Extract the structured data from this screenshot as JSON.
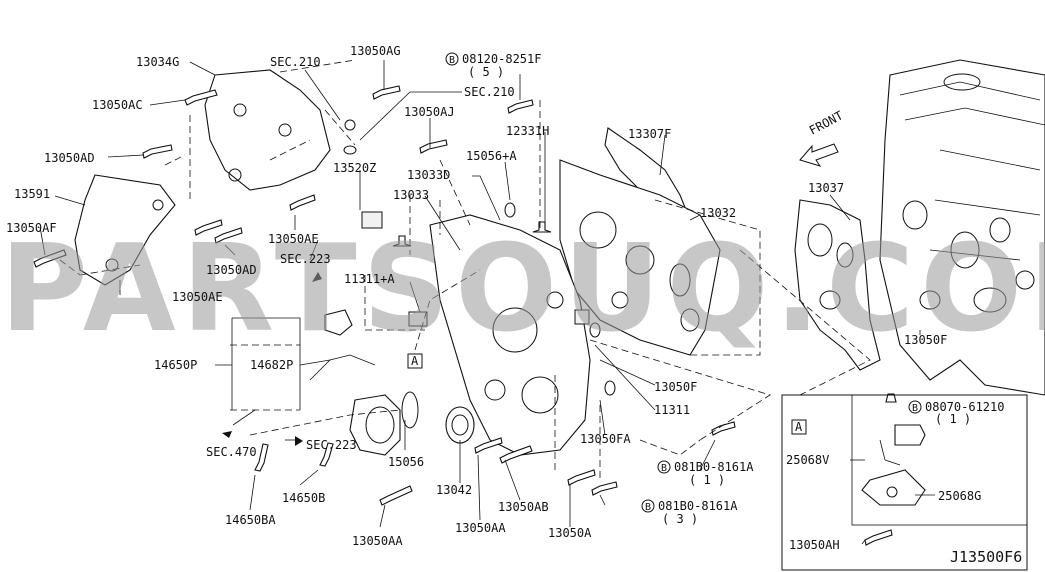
{
  "diagram": {
    "code": "J13500F6",
    "watermark": "PARTSOUQ.COM",
    "front_label": "FRONT",
    "inset_tag": "A",
    "callout_tag": "A",
    "labels": {
      "p13034G": "13034G",
      "sec210a": "SEC.210",
      "p13050AG": "13050AG",
      "bolt_08120": "08120-8251F",
      "bolt_08120_qty": "( 5 )",
      "p13050AC": "13050AC",
      "sec210b": "SEC.210",
      "p13050AJ": "13050AJ",
      "p12331H": "12331H",
      "p13307F": "13307F",
      "p13050AD1": "13050AD",
      "p15056A": "15056+A",
      "p13520Z": "13520Z",
      "p13033D": "13033D",
      "p13591": "13591",
      "p13033": "13033",
      "p13037": "13037",
      "p13032": "13032",
      "p13050AF": "13050AF",
      "p13050AE1": "13050AE",
      "sec223a": "SEC.223",
      "p13050AD2": "13050AD",
      "p11311A": "11311+A",
      "p13050AE2": "13050AE",
      "p13050F1": "13050F",
      "p14650P": "14650P",
      "p14682P": "14682P",
      "p13050F2": "13050F",
      "p11311": "11311",
      "sec470": "SEC.470",
      "sec223b": "SEC.223",
      "p15056": "15056",
      "p13050FA": "13050FA",
      "bolt_081B0a": "081B0-8161A",
      "bolt_081B0a_qty": "( 1 )",
      "p13042": "13042",
      "p14650B": "14650B",
      "p13050AB": "13050AB",
      "bolt_081B0b": "081B0-8161A",
      "bolt_081B0b_qty": "( 3 )",
      "p14650BA": "14650BA",
      "p13050AA1": "13050AA",
      "p13050AA2": "13050AA",
      "p13050A": "13050A",
      "bolt_08070": "08070-61210",
      "bolt_08070_qty": "( 1 )",
      "p25068V": "25068V",
      "p25068G": "25068G",
      "p13050AH": "13050AH",
      "circle_b": "B"
    }
  }
}
